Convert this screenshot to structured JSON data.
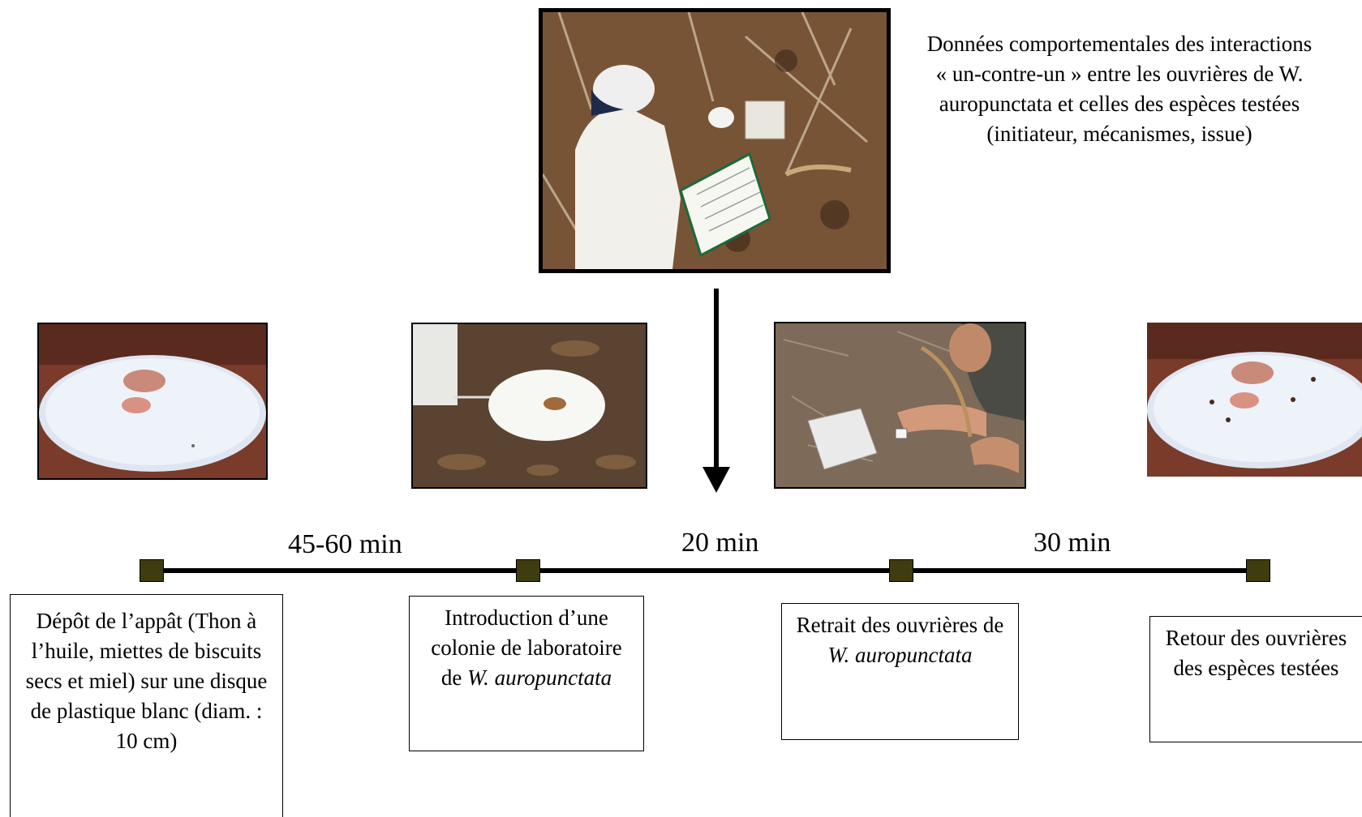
{
  "description": "Données comportementales  des interactions « un-contre-un » entre les ouvrières de W. auropunctata et celles des espèces testées (initiateur, mécanismes, issue)",
  "durations": [
    "45-60 min",
    "20 min",
    "30 min"
  ],
  "steps": [
    {
      "text": "Dépôt de l’appât (Thon à l’huile, miettes de biscuits secs et miel) sur une disque de plastique blanc (diam. : 10 cm)"
    },
    {
      "text": "Introduction d’une colonie de laboratoire de ",
      "italic": "W. auropunctata"
    },
    {
      "text": "Retrait des ouvrières de ",
      "italic": "W. auropunctata"
    },
    {
      "text": "Retour des ouvrières des espèces testées"
    }
  ],
  "colors": {
    "marker": "#3f3c10",
    "line": "#000000"
  }
}
